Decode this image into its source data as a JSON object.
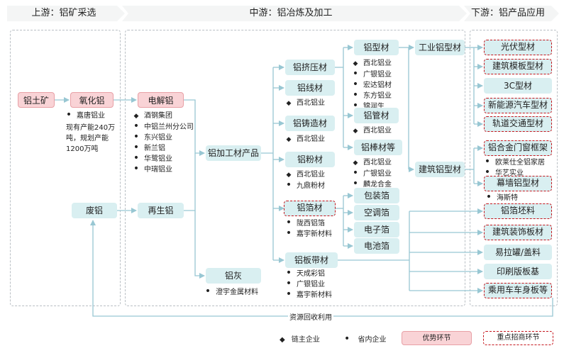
{
  "stages": {
    "upstream": "上游：铝矿采选",
    "midstream": "中游：铝冶炼及加工",
    "downstream": "下游：铝产品应用"
  },
  "nodes": {
    "bauxite": "铝土矿",
    "alumina": "氧化铝",
    "electrolytic": "电解铝",
    "scrap": "废铝",
    "recycled": "再生铝",
    "processed": "铝加工材产品",
    "extruded": "铝挤压材",
    "wire": "铝线材",
    "casting": "铝铸造材",
    "powder": "铝粉材",
    "foil": "铝箔材",
    "plate": "铝板带材",
    "dross": "铝灰",
    "profile": "铝型材",
    "tube": "铝管材",
    "bar": "铝棒材等",
    "packfoil": "包装箔",
    "acfoil": "空调箔",
    "elecfoil": "电子箔",
    "batfoil": "电池箔",
    "indprofile": "工业铝型材",
    "bldprofile": "建筑铝型材",
    "pv": "光伏型材",
    "formwork": "建筑模板型材",
    "c3": "3C型材",
    "nev": "新能源汽车型材",
    "rail": "轨道交通型材",
    "window": "铝合金门窗框架",
    "curtain": "幕墙铝型材",
    "coilblank": "铝箔坯料",
    "decor": "建筑装饰板材",
    "can": "易拉罐/盖料",
    "ps": "印刷版板基",
    "vehicle": "乘用车车身板等"
  },
  "lists": {
    "alumina": [
      {
        "mark": "dot",
        "text": "嘉唐铝业"
      }
    ],
    "alumina_note": [
      "现有产能240万",
      "吨，规划产能",
      "1200万吨"
    ],
    "electrolytic": [
      {
        "mark": "diamond",
        "text": "酒钢集团"
      },
      {
        "mark": "dot",
        "text": "中铝兰州分公司"
      },
      {
        "mark": "dot",
        "text": "东兴铝业"
      },
      {
        "mark": "dot",
        "text": "新兰铝"
      },
      {
        "mark": "dot",
        "text": "华鹭铝业"
      },
      {
        "mark": "dot",
        "text": "中瑞铝业"
      }
    ],
    "wire": [
      {
        "mark": "diamond",
        "text": "西北铝业"
      }
    ],
    "casting": [
      {
        "mark": "diamond",
        "text": "西北铝业"
      }
    ],
    "powder": [
      {
        "mark": "diamond",
        "text": "西北铝业"
      },
      {
        "mark": "dot",
        "text": "九鼎粉材"
      }
    ],
    "foil": [
      {
        "mark": "dot",
        "text": "陇西铝箔"
      },
      {
        "mark": "dot",
        "text": "嘉宇新材料"
      }
    ],
    "plate": [
      {
        "mark": "dot",
        "text": "天成彩铝"
      },
      {
        "mark": "dot",
        "text": "广银铝业"
      },
      {
        "mark": "dot",
        "text": "嘉宇新材料"
      }
    ],
    "dross": [
      {
        "mark": "dot",
        "text": "澄宇金属材料"
      }
    ],
    "profile": [
      {
        "mark": "diamond",
        "text": "西北铝业"
      },
      {
        "mark": "dot",
        "text": "广银铝业"
      },
      {
        "mark": "dot",
        "text": "宏达铝材"
      },
      {
        "mark": "dot",
        "text": "东方铝业"
      },
      {
        "mark": "dot",
        "text": "锦润生"
      }
    ],
    "tube": [
      {
        "mark": "diamond",
        "text": "西北铝业"
      }
    ],
    "bar": [
      {
        "mark": "diamond",
        "text": "西北铝业"
      },
      {
        "mark": "dot",
        "text": "广银铝业"
      },
      {
        "mark": "dot",
        "text": "麟龙合金"
      }
    ],
    "window": [
      {
        "mark": "dot",
        "text": "欧莱仕全铝家居"
      },
      {
        "mark": "dot",
        "text": "华艺实业"
      }
    ],
    "curtain": [
      {
        "mark": "dot",
        "text": "海斯特"
      }
    ]
  },
  "recycle": "资源回收利用",
  "legend": {
    "chain_lead": "链主企业",
    "provincial": "省内企业",
    "advantage": "优势环节",
    "key": "重点招商环节"
  },
  "colors": {
    "node": "#d9eff1",
    "advantage": "#f9d3d6",
    "key_border": "#c5161d",
    "line": "#98c7d3",
    "header": "#f4f5f5"
  }
}
